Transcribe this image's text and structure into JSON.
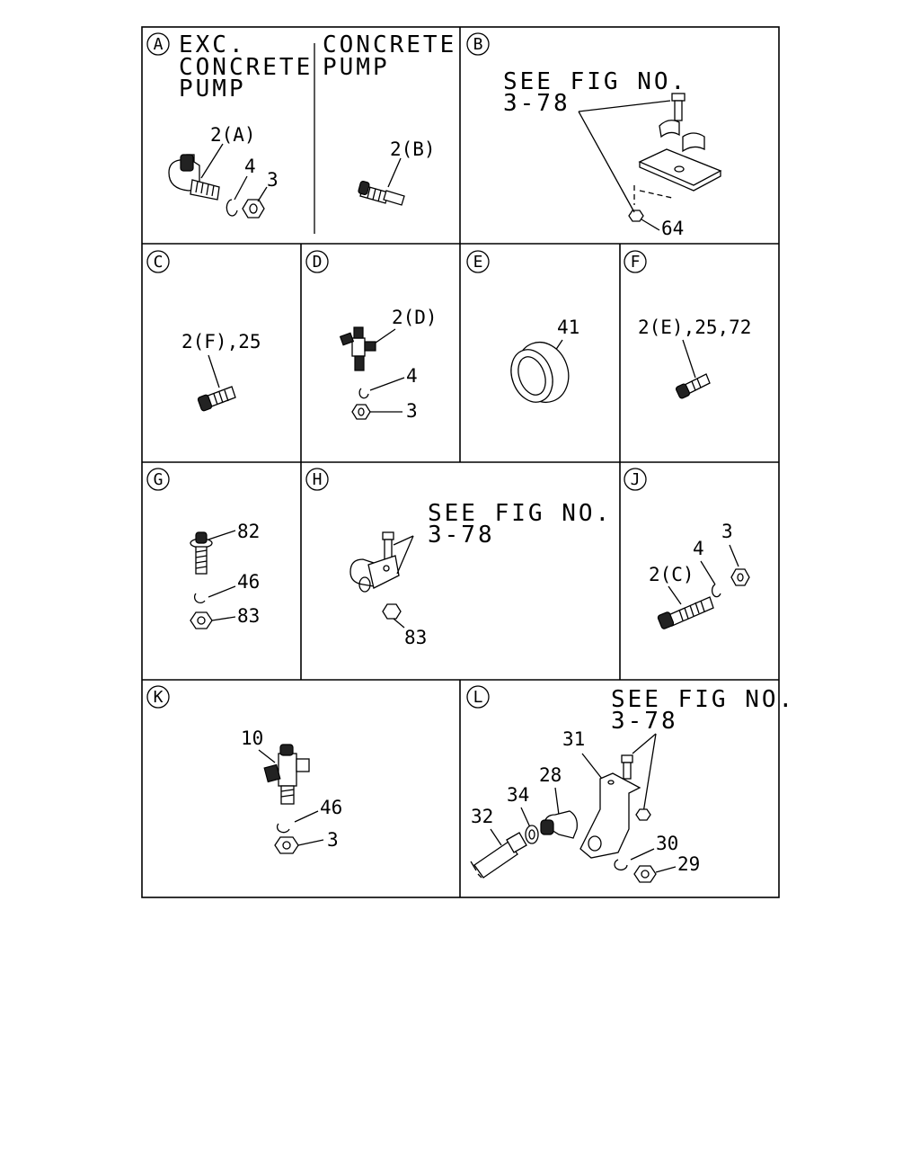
{
  "panels": {
    "A": {
      "letter": "A",
      "note_left": [
        "EXC.",
        "CONCRETE",
        "PUMP"
      ],
      "note_right": [
        "CONCRETE",
        "PUMP"
      ],
      "callouts": [
        "2(A)",
        "4",
        "3",
        "2(B)"
      ]
    },
    "B": {
      "letter": "B",
      "note": [
        "SEE FIG NO.",
        "3-78"
      ],
      "callouts": [
        "64"
      ]
    },
    "C": {
      "letter": "C",
      "callouts": [
        "2(F),25"
      ]
    },
    "D": {
      "letter": "D",
      "callouts": [
        "2(D)",
        "4",
        "3"
      ]
    },
    "E": {
      "letter": "E",
      "callouts": [
        "41"
      ]
    },
    "F": {
      "letter": "F",
      "callouts": [
        "2(E),25,72"
      ]
    },
    "G": {
      "letter": "G",
      "callouts": [
        "82",
        "46",
        "83"
      ]
    },
    "H": {
      "letter": "H",
      "note": [
        "SEE FIG NO.",
        "3-78"
      ],
      "callouts": [
        "83"
      ]
    },
    "J": {
      "letter": "J",
      "callouts": [
        "3",
        "4",
        "2(C)"
      ]
    },
    "K": {
      "letter": "K",
      "callouts": [
        "10",
        "46",
        "3"
      ]
    },
    "L": {
      "letter": "L",
      "note": [
        "SEE FIG NO.",
        "3-78"
      ],
      "callouts": [
        "31",
        "28",
        "34",
        "32",
        "30",
        "29"
      ]
    }
  }
}
